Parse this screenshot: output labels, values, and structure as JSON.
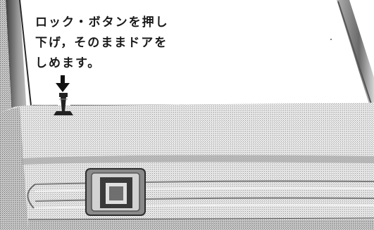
{
  "instruction": {
    "lines": [
      "ロック・ボタンを押し",
      "下げ，そのままドアを",
      "しめます。"
    ]
  },
  "icons": {
    "arrow": "down-arrow-icon",
    "lock_knob": "lock-knob-icon",
    "door_handle": "door-handle-icon"
  },
  "colors": {
    "ink": "#1a1a1a",
    "panel_light": "#e6e6e6",
    "panel_mid": "#bdbdbd",
    "panel_dark": "#5a5a5a"
  }
}
